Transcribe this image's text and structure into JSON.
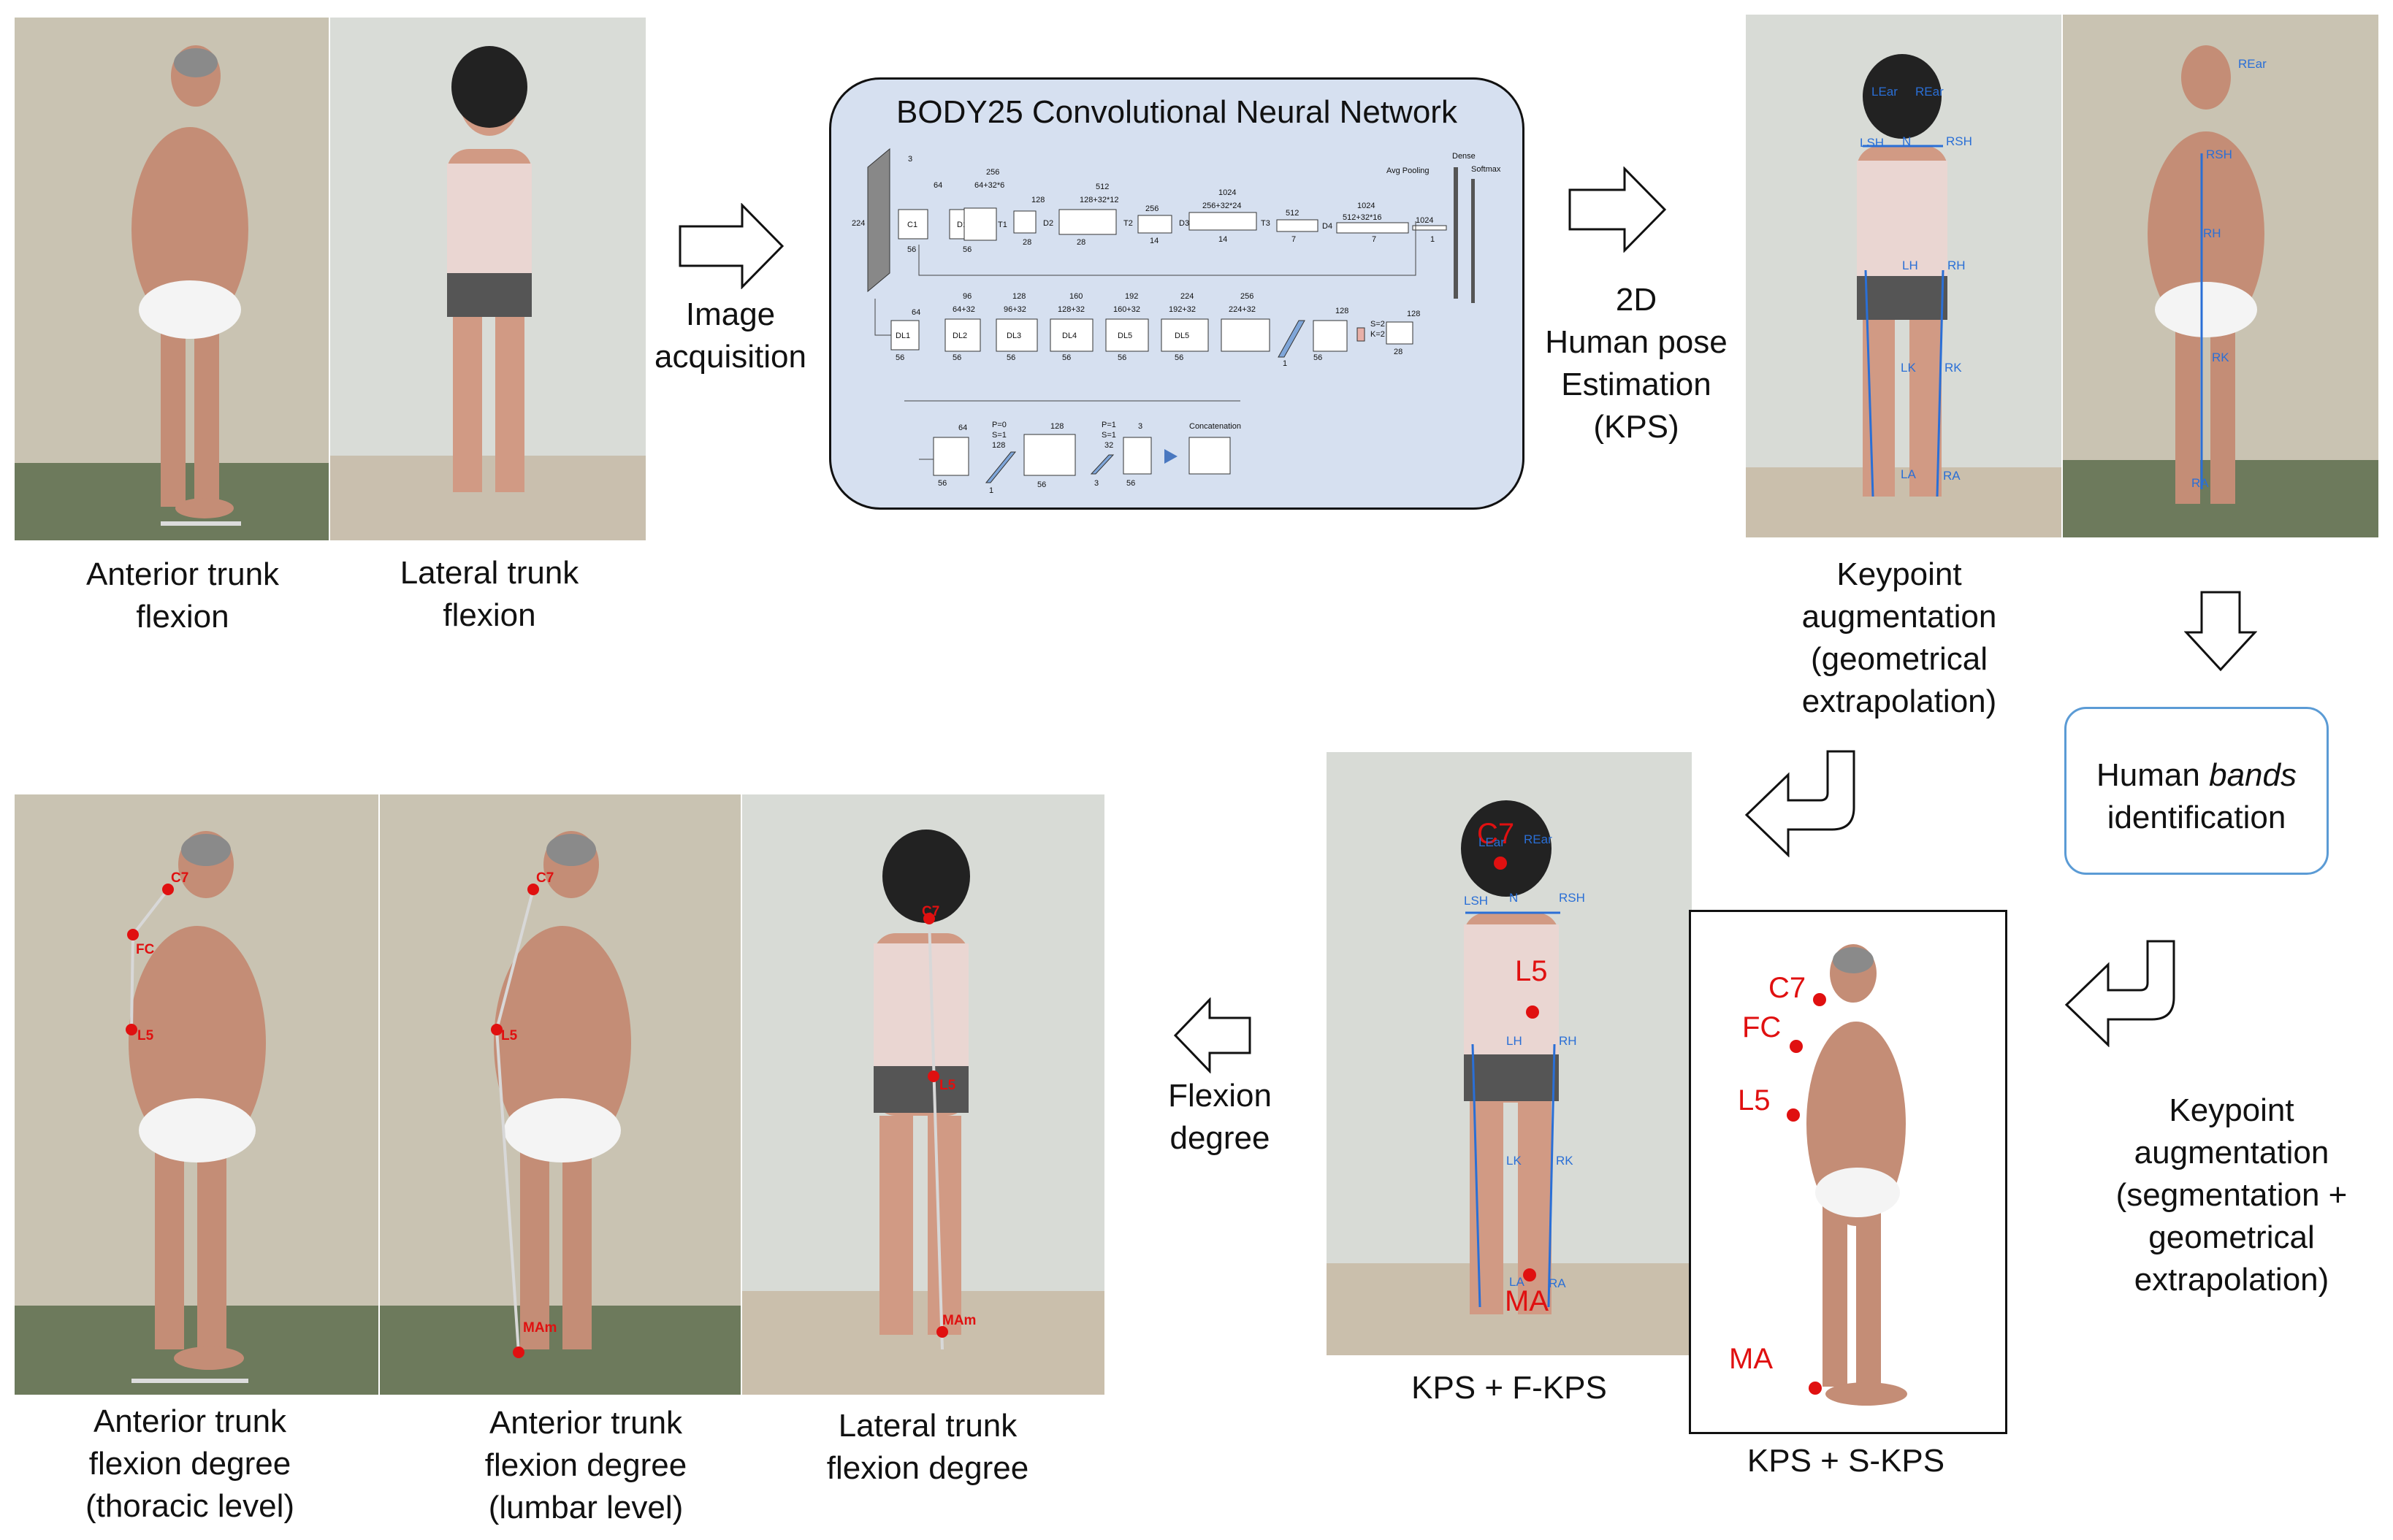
{
  "top_row": {
    "caption_anterior": [
      "Anterior trunk",
      "flexion"
    ],
    "caption_lateral": [
      "Lateral trunk",
      "flexion"
    ],
    "arrow1_label": [
      "Image",
      "acquisition"
    ],
    "cnn_title": "BODY25 Convolutional Neural Network",
    "cnn_labels": {
      "input_w": "224",
      "input_c": "3",
      "c1": "C1",
      "d1": "D1",
      "t1": "T1",
      "d2": "D2",
      "t2": "T2",
      "d3": "D3",
      "t3": "T3",
      "d4": "D4",
      "n64": "64",
      "n256a": "256",
      "n64x32x6": "64+32*6",
      "n128": "128",
      "n512": "512",
      "n128x32x12": "128+32*12",
      "n256b": "256",
      "n1024a": "1024",
      "n256x32x24": "256+32*24",
      "n512b": "512",
      "n1024b": "1024",
      "n512x32x16": "512+32*16",
      "n1024c": "1024",
      "dense": "Dense",
      "softmax": "Softmax",
      "avgpool": "Avg Pooling",
      "s56a": "56",
      "s56b": "56",
      "s28a": "28",
      "s28b": "28",
      "s14a": "14",
      "s14b": "14",
      "s7a": "7",
      "s7b": "7",
      "s1": "1",
      "dl1": "DL1",
      "dl2": "DL2",
      "dl3": "DL3",
      "dl4": "DL4",
      "dl5a": "DL5",
      "dl5b": "DL5",
      "r96": "96",
      "r64x32": "64+32",
      "r128": "128",
      "r96x32": "96+32",
      "r160": "160",
      "r128x32": "128+32",
      "r192": "192",
      "r160x32": "160+32",
      "r224": "224",
      "r192x32": "192+32",
      "r256": "256",
      "r224x32": "224+32",
      "r64": "64",
      "r128b": "128",
      "r128c": "128",
      "r56a": "56",
      "r56b": "56",
      "r56c": "56",
      "r56d": "56",
      "r56e": "56",
      "r56f": "56",
      "r56g": "56",
      "r28": "28",
      "r_s2": "S=2",
      "r_k2": "K=2",
      "r_1": "1",
      "b64": "64",
      "b_p0": "P=0",
      "b_s1": "S=1",
      "b128": "128",
      "b128b": "128",
      "b_p1": "P=1",
      "b_s1b": "S=1",
      "b32": "32",
      "b3": "3",
      "b3b": "3",
      "b56a": "56",
      "b56b": "56",
      "b56c": "56",
      "b1": "1",
      "concat": "Concatenation"
    },
    "arrow2_label": [
      "2D",
      "Human pose",
      "Estimation",
      "(KPS)"
    ],
    "kps_labels": {
      "lear": "LEar",
      "rear": "REar",
      "lsh": "LSH",
      "n": "N",
      "rsh": "RSH",
      "lh": "LH",
      "rh": "RH",
      "lk": "LK",
      "rk": "RK",
      "la": "LA",
      "ra": "RA",
      "side_rear": "REar",
      "side_rsh": "RSH",
      "side_rh": "RH",
      "side_rk": "RK",
      "side_ra": "RA"
    },
    "caption_keypoint_aug": [
      "Keypoint",
      "augmentation",
      "(geometrical",
      "extrapolation)"
    ]
  },
  "right_column": {
    "bands_text_1": "Human",
    "bands_text_em": "bands",
    "bands_text_2": "identification",
    "caption_seg_aug": [
      "Keypoint",
      "augmentation",
      "(segmentation +",
      "geometrical",
      "extrapolation)"
    ]
  },
  "middle_row": {
    "fkps_labels": {
      "c7": "C7",
      "lear": "LEar",
      "rear": "REar",
      "lsh": "LSH",
      "n": "N",
      "rsh": "RSH",
      "l5": "L5",
      "lh": "LH",
      "rh": "RH",
      "lk": "LK",
      "rk": "RK",
      "la": "LA",
      "ra": "RA",
      "ma": "MA"
    },
    "caption_fkps": "KPS + F-KPS",
    "skps_labels": {
      "c7": "C7",
      "fc": "FC",
      "l5": "L5",
      "ma": "MA"
    },
    "caption_skps": "KPS + S-KPS",
    "arrow_label": [
      "Flexion",
      "degree"
    ]
  },
  "bottom_row": {
    "thoracic_labels": {
      "c7": "C7",
      "fc": "FC",
      "l5": "L5"
    },
    "lumbar_labels": {
      "c7": "C7",
      "l5": "L5",
      "ma": "MAm"
    },
    "lateral_labels": {
      "c7": "C7",
      "l5": "L5",
      "ma": "MAm"
    },
    "caption_thoracic": [
      "Anterior trunk",
      "flexion degree",
      "(thoracic level)"
    ],
    "caption_lumbar": [
      "Anterior trunk",
      "flexion degree",
      "(lumbar level)"
    ],
    "caption_lateral_deg": [
      "Lateral trunk",
      "flexion degree"
    ]
  },
  "colors": {
    "keypoint_blue": "#2a6fd6",
    "keypoint_red": "#e01010",
    "cnn_bg": "#d6e0f0",
    "band_border": "#5b9bd5"
  }
}
